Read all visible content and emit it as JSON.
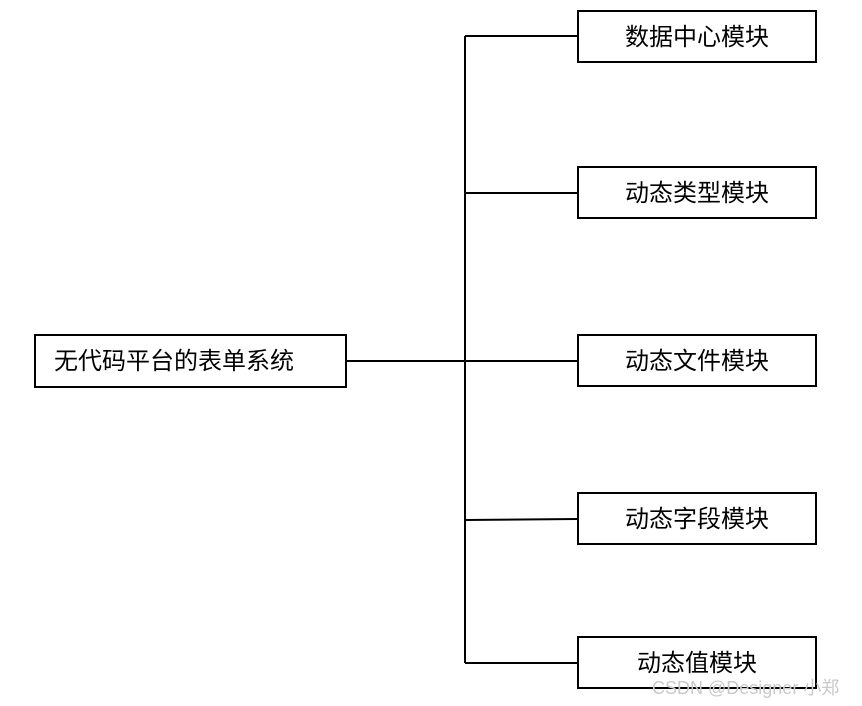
{
  "diagram": {
    "root": {
      "label": "无代码平台的表单系统"
    },
    "children": [
      {
        "label": "数据中心模块"
      },
      {
        "label": "动态类型模块"
      },
      {
        "label": "动态文件模块"
      },
      {
        "label": "动态字段模块"
      },
      {
        "label": "动态值模块"
      }
    ]
  },
  "watermark": "CSDN @Designer 小郑",
  "colors": {
    "line": "#000000",
    "box_border": "#000000",
    "background": "#ffffff",
    "watermark": "#c9c9c9"
  }
}
